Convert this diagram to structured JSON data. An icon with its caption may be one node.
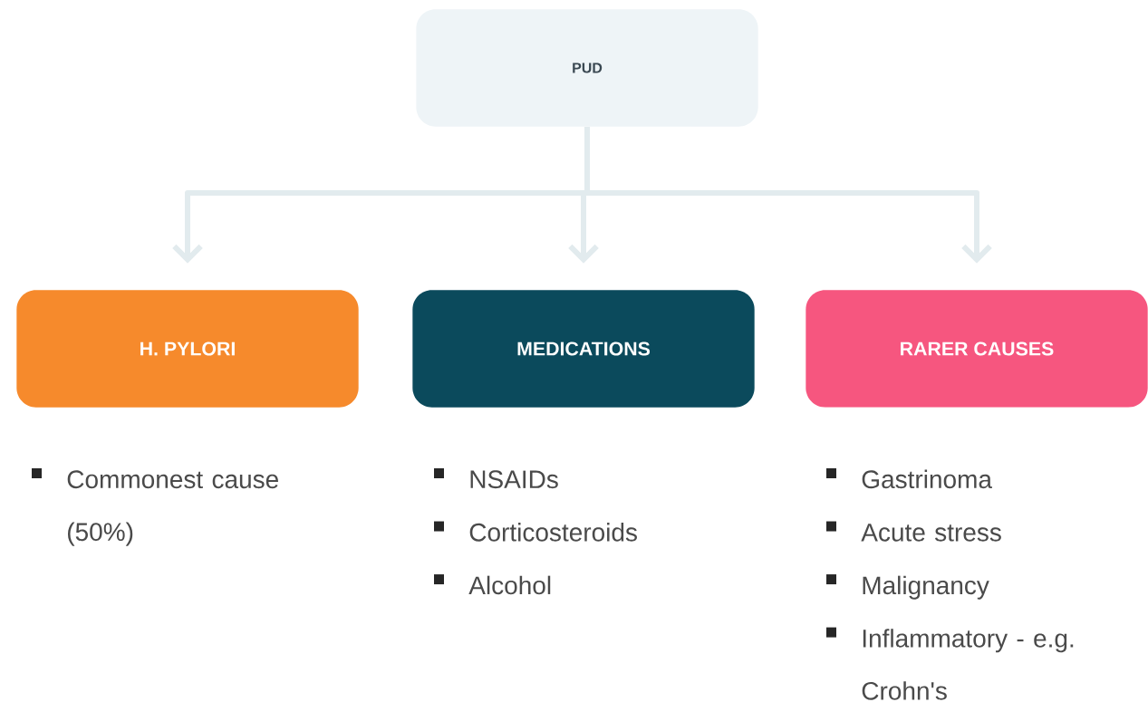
{
  "diagram": {
    "nodes": [
      {
        "text": [
          "PUD"
        ]
      },
      {
        "text": [
          "H. PYLORI"
        ],
        "beside": [
          "Commonest cause (50%)"
        ]
      },
      {
        "text": [
          "MEDICATIONS"
        ],
        "beside": [
          "NSAIDs",
          "Corticosteroids",
          "Alcohol"
        ]
      },
      {
        "text": [
          "RARER CAUSES"
        ],
        "beside": [
          "Gastrinoma",
          "Acute stress",
          "Malignancy",
          "Inflammatory - e.g. Crohn's"
        ]
      }
    ],
    "edges": [
      {
        "from": 0,
        "to": 1,
        "arrow": "to"
      },
      {
        "from": 0,
        "to": 2,
        "arrow": "to"
      },
      {
        "from": 0,
        "to": 3,
        "arrow": "to"
      }
    ]
  }
}
